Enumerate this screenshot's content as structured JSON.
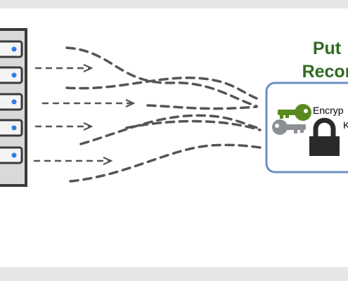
{
  "put_record": {
    "title_line1": "Put",
    "title_line2": "Recor"
  },
  "key_box": {
    "label_line1": "Encryp",
    "label_line2": "K"
  },
  "colors": {
    "title_green": "#2f6b1f",
    "box_border": "#6b8fc4",
    "key_green": "#5a8a1f",
    "key_gray": "#8c8f93",
    "lock_dark": "#2a2a2a",
    "server_led": "#2f7de0",
    "dash": "#555555"
  },
  "icons": [
    "server-rack-icon",
    "green-key-icon",
    "gray-key-icon",
    "padlock-icon"
  ]
}
